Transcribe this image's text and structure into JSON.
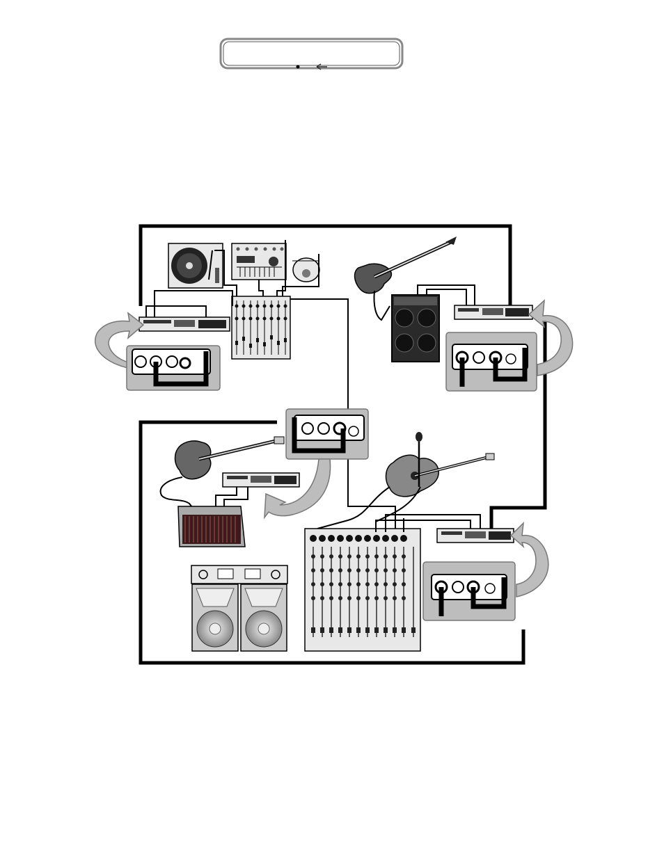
{
  "header": {
    "visible_text": ""
  },
  "diagram": {
    "devices": [
      "turntable",
      "drum-machine",
      "cd-player",
      "small-mixer",
      "bass-guitar",
      "bass-cabinet",
      "electric-guitar",
      "guitar-amp",
      "acoustic-guitar",
      "microphone",
      "main-mixer",
      "pa-amplifier",
      "pa-speakers",
      "rack-unit-left",
      "rack-unit-right",
      "rack-unit-center",
      "rack-unit-bottom-right"
    ],
    "colors": {
      "line": "#000000",
      "panel_grey": "#bdbdbd",
      "background": "#ffffff"
    }
  }
}
